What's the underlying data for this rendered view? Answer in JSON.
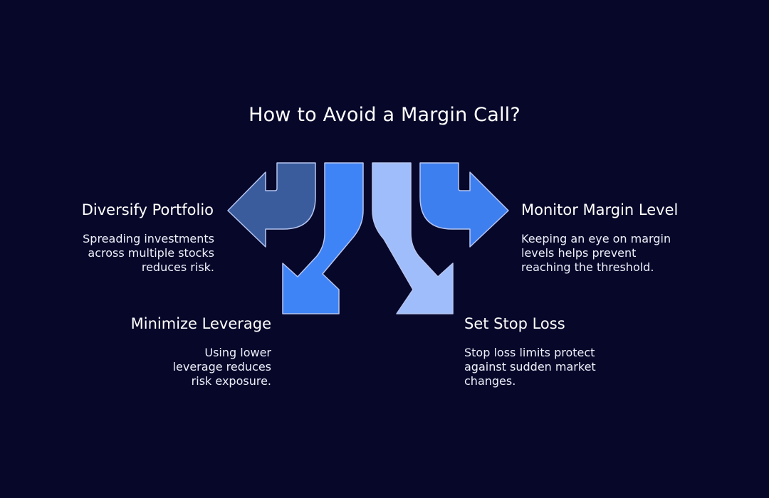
{
  "title": "How to Avoid a Margin Call?",
  "colors": {
    "background": "#07072a",
    "arrow_diversify": "#3a5c9d",
    "arrow_minimize": "#3f84f6",
    "arrow_stoploss": "#9fbdfa",
    "arrow_monitor": "#3e7ff0",
    "arrow_outline": "#b6c5f0"
  },
  "items": {
    "diversify": {
      "title": "Diversify Portfolio",
      "desc": [
        "Spreading investments",
        "across multiple stocks",
        "reduces risk."
      ]
    },
    "monitor": {
      "title": "Monitor Margin Level",
      "desc": [
        "Keeping an eye on margin",
        "levels helps prevent",
        "reaching the threshold."
      ]
    },
    "minimize": {
      "title": "Minimize Leverage",
      "desc": [
        "Using lower",
        "leverage reduces",
        "risk exposure."
      ]
    },
    "stoploss": {
      "title": "Set Stop Loss",
      "desc": [
        "Stop loss limits protect",
        "against sudden market",
        "changes."
      ]
    }
  }
}
